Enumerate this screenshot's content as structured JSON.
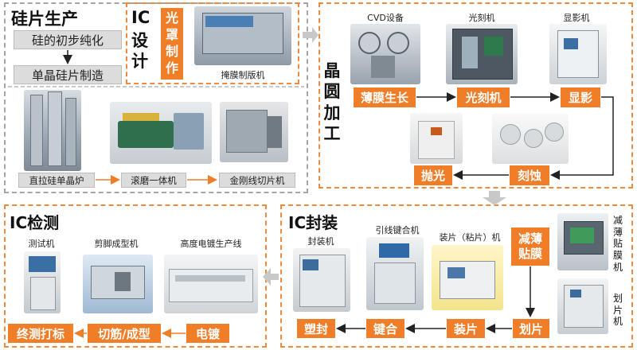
{
  "wafer_production": {
    "title": "硅片生产",
    "steps": [
      "硅的初步纯化",
      "单晶硅片制造"
    ],
    "equipment": [
      "直拉硅单晶炉",
      "滚磨一体机",
      "金刚线切片机"
    ]
  },
  "ic_design": {
    "title_line1": "IC",
    "title_line2": "设计",
    "step": "光罩制作",
    "equipment": "掩膜制版机"
  },
  "wafer_processing": {
    "title": "晶圆加工",
    "equipment_top": [
      "CVD设备",
      "光刻机",
      "显影机"
    ],
    "steps": [
      "薄膜生长",
      "光刻机",
      "显影",
      "刻蚀",
      "抛光"
    ]
  },
  "ic_packaging": {
    "title": "IC封装",
    "equipment": [
      "封装机",
      "引线键合机",
      "装片（粘片）机"
    ],
    "side_step": "减薄贴膜",
    "side_equipment": [
      "减薄贴膜机",
      "划片机"
    ],
    "steps": [
      "塑封",
      "键合",
      "装片",
      "划片"
    ]
  },
  "ic_testing": {
    "title": "IC检测",
    "equipment": [
      "测试机",
      "剪脚成型机",
      "高度电镀生产线"
    ],
    "steps": [
      "终测打标",
      "切筋/成型",
      "电镀"
    ]
  },
  "colors": {
    "accent": "#f07d28",
    "border_gray": "#a6a6a6",
    "arrow_gray": "#c8c8c8"
  }
}
